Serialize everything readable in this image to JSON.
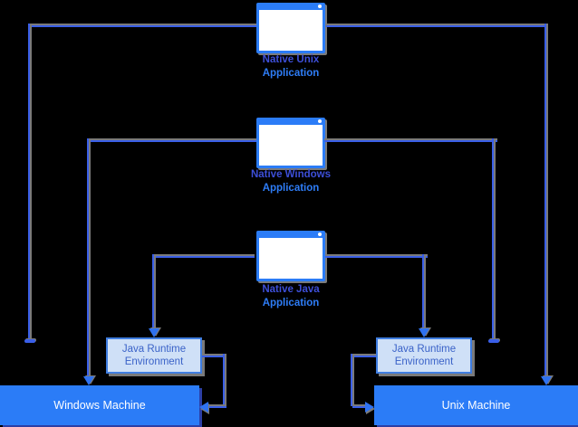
{
  "diagram": {
    "title": "Java platform independence diagram",
    "colors": {
      "background": "#000000",
      "blue_chrome": "#2b7cf7",
      "connector_blue": "#3a5fe8",
      "arrow_blue": "#2f72f0",
      "shadow_gray": "#7a7a7a",
      "jre_fill": "#cfe0f7",
      "jre_border": "#3f7de0",
      "jre_text": "#3a62c8",
      "label_line1": "#3d4fd8",
      "label_line2": "#2e7df7",
      "machine_text": "#ffffff",
      "machine_shadow": "#2c3fa6"
    },
    "nodes": {
      "unix_app": {
        "label_line1": "Native Unix",
        "label_line2": "Application"
      },
      "windows_app": {
        "label_line1": "Native Windows",
        "label_line2": "Application"
      },
      "java_app": {
        "label_line1": "Native Java",
        "label_line2": "Application"
      },
      "jre_left": {
        "label_line1": "Java Runtime",
        "label_line2": "Environment"
      },
      "jre_right": {
        "label_line1": "Java Runtime",
        "label_line2": "Environment"
      },
      "windows_machine": {
        "label": "Windows Machine"
      },
      "unix_machine": {
        "label": "Unix Machine"
      }
    }
  }
}
